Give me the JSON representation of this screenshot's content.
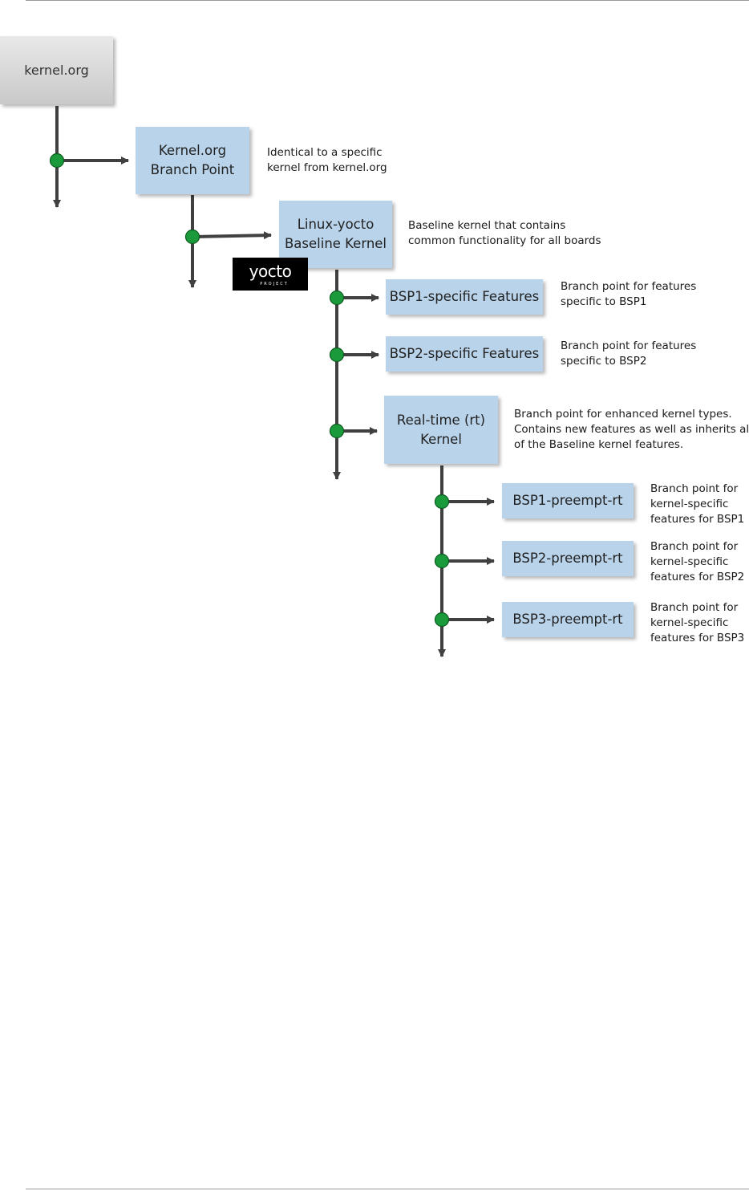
{
  "boxes": {
    "kernel_org": "kernel.org",
    "branch_point": [
      "Kernel.org",
      "Branch Point"
    ],
    "baseline": [
      "Linux-yocto",
      "Baseline Kernel"
    ],
    "bsp1_features": "BSP1-specific Features",
    "bsp2_features": "BSP2-specific Features",
    "realtime": [
      "Real-time (rt)",
      "Kernel"
    ],
    "bsp1_rt": "BSP1-preempt-rt",
    "bsp2_rt": "BSP2-preempt-rt",
    "bsp3_rt": "BSP3-preempt-rt"
  },
  "notes": {
    "branch_point": [
      "Identical to a specific",
      "kernel from kernel.org"
    ],
    "baseline": [
      "Baseline kernel that contains",
      "common functionality for all boards"
    ],
    "bsp1_features": [
      "Branch point for features",
      "specific to BSP1"
    ],
    "bsp2_features": [
      "Branch point for features",
      "specific to BSP2"
    ],
    "realtime": [
      "Branch point for enhanced kernel types.",
      "Contains new features as well as inherits all",
      "of the Baseline kernel features."
    ],
    "bsp1_rt": [
      "Branch point for",
      "kernel-specific",
      "features for BSP1"
    ],
    "bsp2_rt": [
      "Branch point for",
      "kernel-specific",
      "features for BSP2"
    ],
    "bsp3_rt": [
      "Branch point for",
      "kernel-specific",
      "features for BSP3"
    ]
  },
  "logo": {
    "word": "yocto",
    "sub": "PROJECT"
  },
  "colors": {
    "box_fill": "#b9d3ea",
    "gray_box_fill": "#d4d4d4",
    "wire": "#404040",
    "branch_dot": "#1a9a3a"
  }
}
